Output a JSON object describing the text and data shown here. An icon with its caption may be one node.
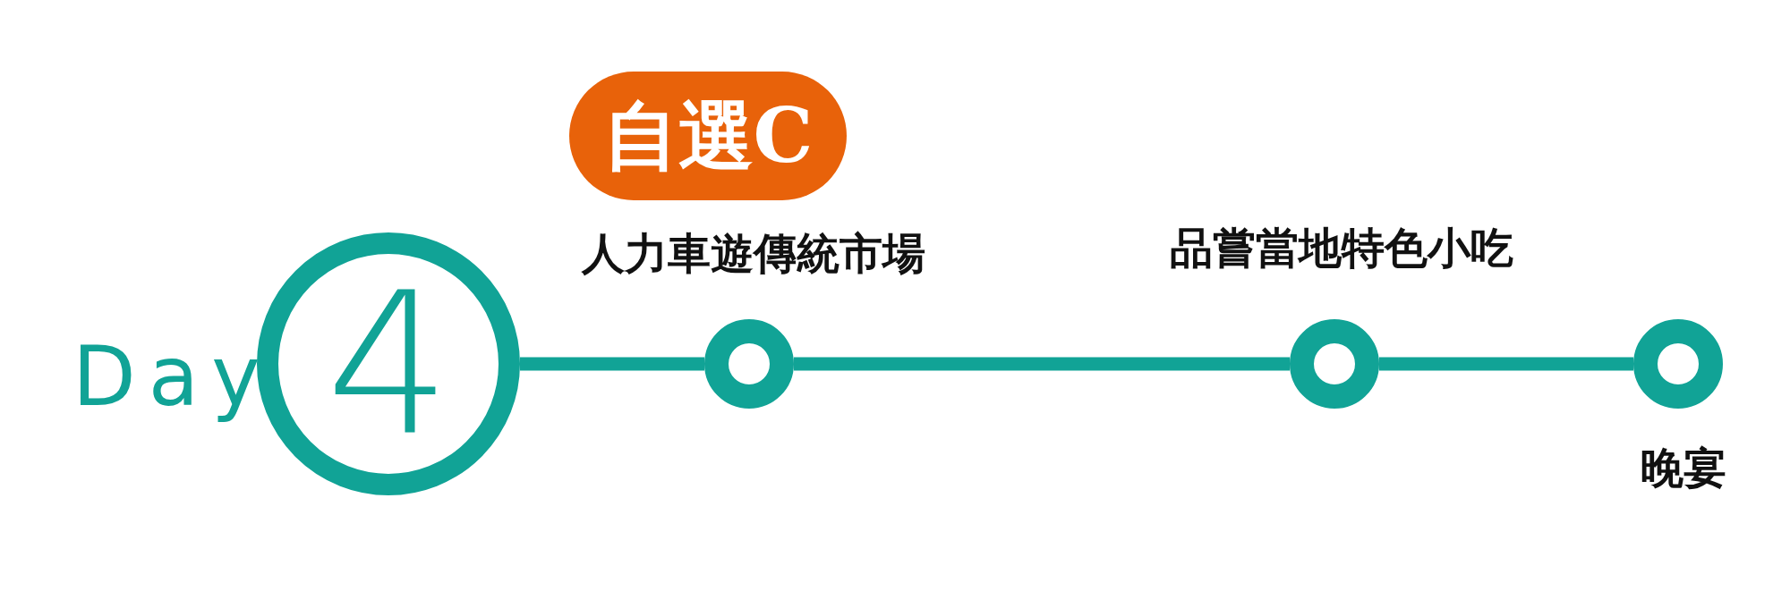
{
  "diagram": {
    "nodes": [
      {
        "text": [
          "4"
        ],
        "beside": [
          "Day"
        ]
      },
      {
        "text": [
          "自選C"
        ]
      },
      {
        "text": [],
        "shape": "circle",
        "beside": [
          "人力車遊傳統市場"
        ]
      },
      {
        "text": [],
        "shape": "circle",
        "beside": [
          "品嘗當地特色小吃"
        ]
      },
      {
        "text": [],
        "shape": "circle",
        "beside": [
          "晚宴"
        ]
      }
    ],
    "edges": [
      {
        "from": 0,
        "to": 2,
        "arrow": "none"
      },
      {
        "from": 2,
        "to": 3,
        "arrow": "none"
      },
      {
        "from": 3,
        "to": 4,
        "arrow": "none"
      }
    ]
  }
}
